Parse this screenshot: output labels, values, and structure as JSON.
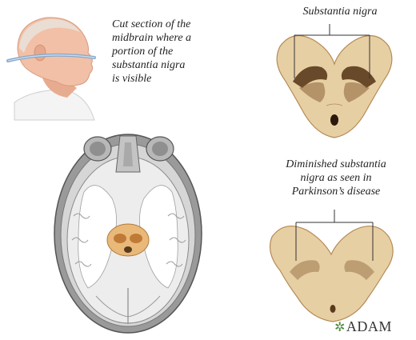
{
  "captions": {
    "cut_section": "Cut section of the\nmidbrain where a\nportion of the\nsubstantia nigra\nis visible",
    "substantia_nigra": "Substantia nigra",
    "diminished": "Diminished substantia\nnigra as seen in\nParkinson’s disease"
  },
  "logo": {
    "text": "ADAM",
    "icon": "leaf-icon"
  },
  "colors": {
    "tissue": "#e7cfa4",
    "tissue_edge": "#b48a55",
    "pigment_dark": "#5a3a1c",
    "pigment_light": "#8a6238",
    "skin": "#f2c0a6",
    "cut_line": "#8aa8c8",
    "midbrain_highlight": "#d99a4e"
  }
}
